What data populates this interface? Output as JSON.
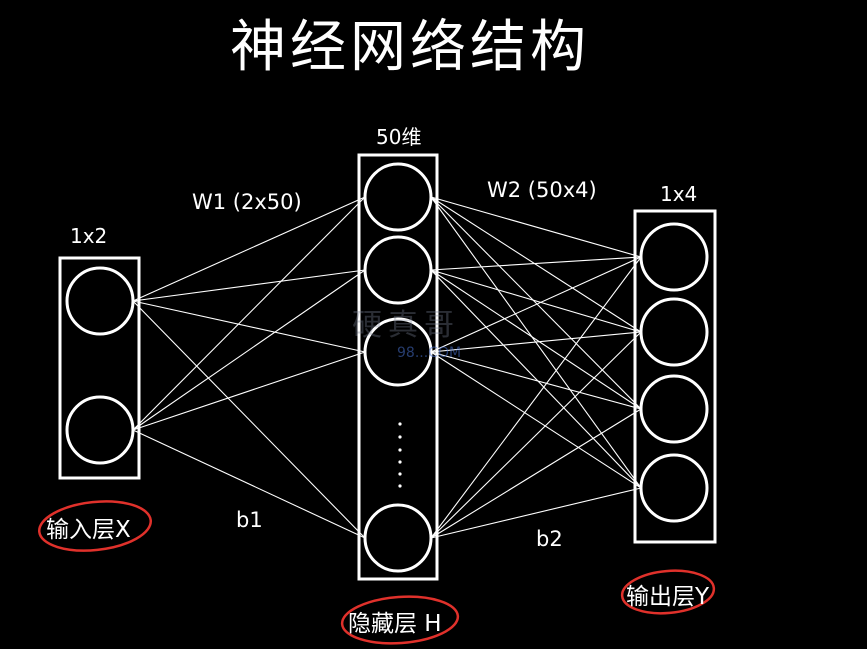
{
  "title": "神经网络结构",
  "input_layer": {
    "size_label": "1x2",
    "weight_label": "W1 (2x50)",
    "bias_label": "b1",
    "caption": "输入层X",
    "nodes": 2
  },
  "hidden_layer": {
    "size_label": "50维",
    "caption": "隐藏层 H",
    "ellipsis": "·\n·\n·\n·\n·\n·",
    "nodes_drawn": 4
  },
  "output_layer": {
    "size_label": "1x4",
    "weight_label": "W2 (50x4)",
    "bias_label": "b2",
    "caption": "输出层Y",
    "nodes": 4
  },
  "watermark": {
    "line1": "硬真哥",
    "line2": "98...COM"
  },
  "colors": {
    "background": "#000000",
    "stroke": "#ffffff",
    "annotation_circle": "#e0312b"
  }
}
